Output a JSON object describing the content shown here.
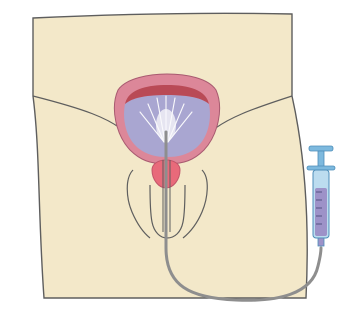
{
  "figure": {
    "colors": {
      "background": "#ffffff",
      "body_fill": "#f3e8c9",
      "outline": "#5e5e5e",
      "bladder_wall": "#dc8799",
      "bladder_fill": "#a9a6d1",
      "bladder_top": "#b94a56",
      "prostate": "#e86a7a",
      "catheter": "#8e8e8e",
      "syringe_barrel": "#bcdcef",
      "syringe_fluid": "#9d92c8",
      "syringe_plunger": "#7db9de",
      "spray": "#ffffff"
    },
    "icons": [
      "pelvis-outline",
      "bladder",
      "prostate",
      "urethra",
      "catheter-tube",
      "syringe",
      "contrast-spray"
    ]
  }
}
